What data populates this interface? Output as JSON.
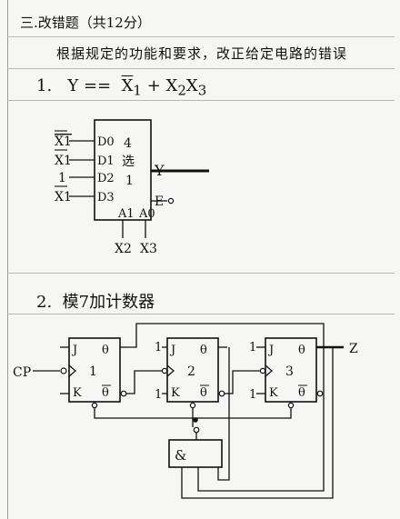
{
  "header": {
    "section_title": "三.改错题（共12分）",
    "instruction": "根据规定的功能和要求，改正给定电路的错误"
  },
  "problem1": {
    "number": "1.",
    "formula_lhs": "Y ==",
    "formula_bar": "X",
    "formula_bar_sub": "1",
    "formula_rest": "+ X",
    "formula_rest_sub": "2",
    "formula_tail": "X",
    "formula_tail_sub": "3",
    "mux": {
      "line1": "4",
      "line2": "选",
      "line3": "1",
      "inputs": [
        {
          "value": "X1",
          "inverted": true,
          "pin": "D0"
        },
        {
          "value": "X1",
          "inverted": true,
          "pin": "D1"
        },
        {
          "value": "1",
          "inverted": false,
          "pin": "D2"
        },
        {
          "value": "X1",
          "inverted": true,
          "pin": "D3"
        }
      ],
      "output_label": "Y",
      "enable_label": "E",
      "select_labels": [
        "A1",
        "A0"
      ],
      "select_inputs": [
        "X2",
        "X3"
      ]
    }
  },
  "problem2": {
    "number": "2.",
    "title": "模7加计数器",
    "clock_label": "CP",
    "output_label": "Z",
    "flipflops": [
      {
        "index": "1",
        "j_label": "J",
        "k_label": "K",
        "q_label": "θ",
        "qbar_label": "θ",
        "j_input": "",
        "k_input": ""
      },
      {
        "index": "2",
        "j_label": "J",
        "k_label": "K",
        "q_label": "θ",
        "qbar_label": "θ",
        "j_input": "1",
        "k_input": "1"
      },
      {
        "index": "3",
        "j_label": "J",
        "k_label": "K",
        "q_label": "θ",
        "qbar_label": "θ",
        "j_input": "1",
        "k_input": "1"
      }
    ],
    "gate_label": "&"
  },
  "colors": {
    "ink": "#111111",
    "paper": "#f6f6f4",
    "rule": "#b9b9b9"
  }
}
